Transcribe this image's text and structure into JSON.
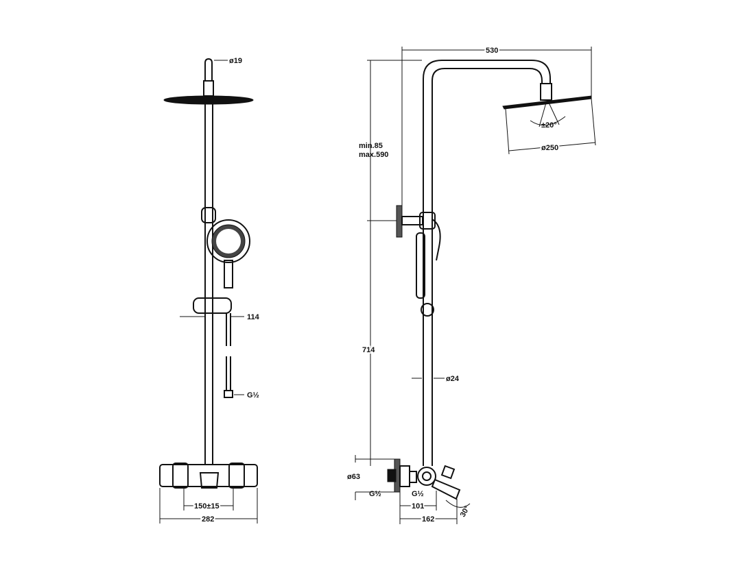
{
  "front_view": {
    "labels": {
      "top_pipe_diameter": "ø19",
      "handshower_offset": "114",
      "hose_thread": "G½",
      "inlet_spacing": "150±15",
      "mixer_width": "282"
    }
  },
  "side_view": {
    "labels": {
      "arm_reach": "530",
      "height_adjust_min": "min.85",
      "height_adjust_max": "max.590",
      "head_tilt": "±20°",
      "head_diameter": "ø250",
      "rail_height": "714",
      "rail_diameter": "ø24",
      "escutcheon_diameter": "ø63",
      "inlet_thread": "G½",
      "outlet_thread": "G½",
      "spout_projection": "101",
      "total_projection": "162",
      "spout_angle": "30°"
    }
  }
}
